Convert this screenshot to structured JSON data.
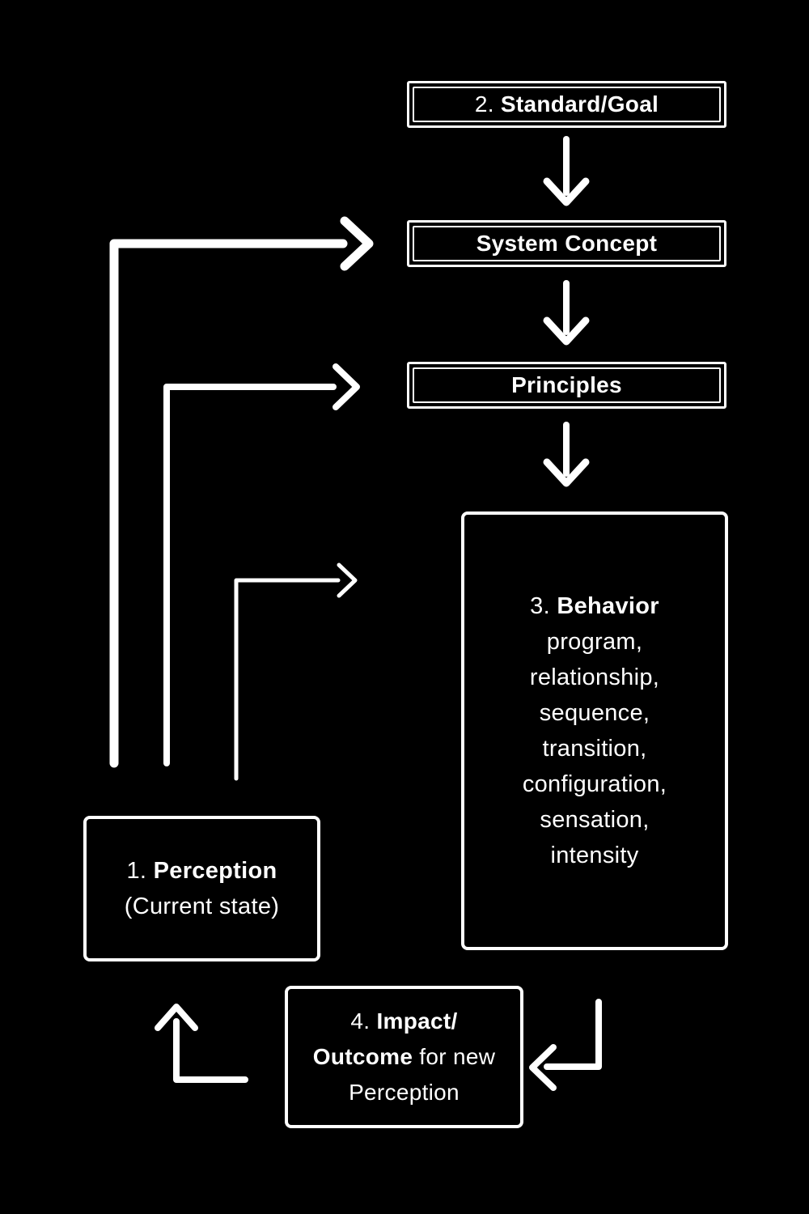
{
  "canvas": {
    "background_color": "#000000",
    "foreground_color": "#ffffff"
  },
  "boxes": {
    "standard_goal": {
      "prefix": "2. ",
      "label": "Standard/Goal"
    },
    "system_concept": {
      "label": "System Concept"
    },
    "principles": {
      "label": "Principles"
    },
    "behavior": {
      "prefix": "3. ",
      "label": "Behavior",
      "items": [
        "program,",
        "relationship,",
        "sequence,",
        "transition,",
        "configuration,",
        "sensation,",
        "intensity"
      ]
    },
    "perception": {
      "prefix": "1. ",
      "label": "Perception",
      "sub": "(Current state)"
    },
    "impact": {
      "l1_pre": "4. ",
      "l1_bold": "Impact/",
      "l2_bold": "Outcome",
      "l2_rest": " for new",
      "l3": "Perception"
    }
  },
  "arrows": [
    "standard-goal-to-system-concept",
    "system-concept-to-principles",
    "principles-to-behavior",
    "perception-to-system-concept-feedback",
    "perception-to-principles-feedback",
    "perception-to-behavior-feedback",
    "behavior-to-impact",
    "impact-to-perception"
  ]
}
